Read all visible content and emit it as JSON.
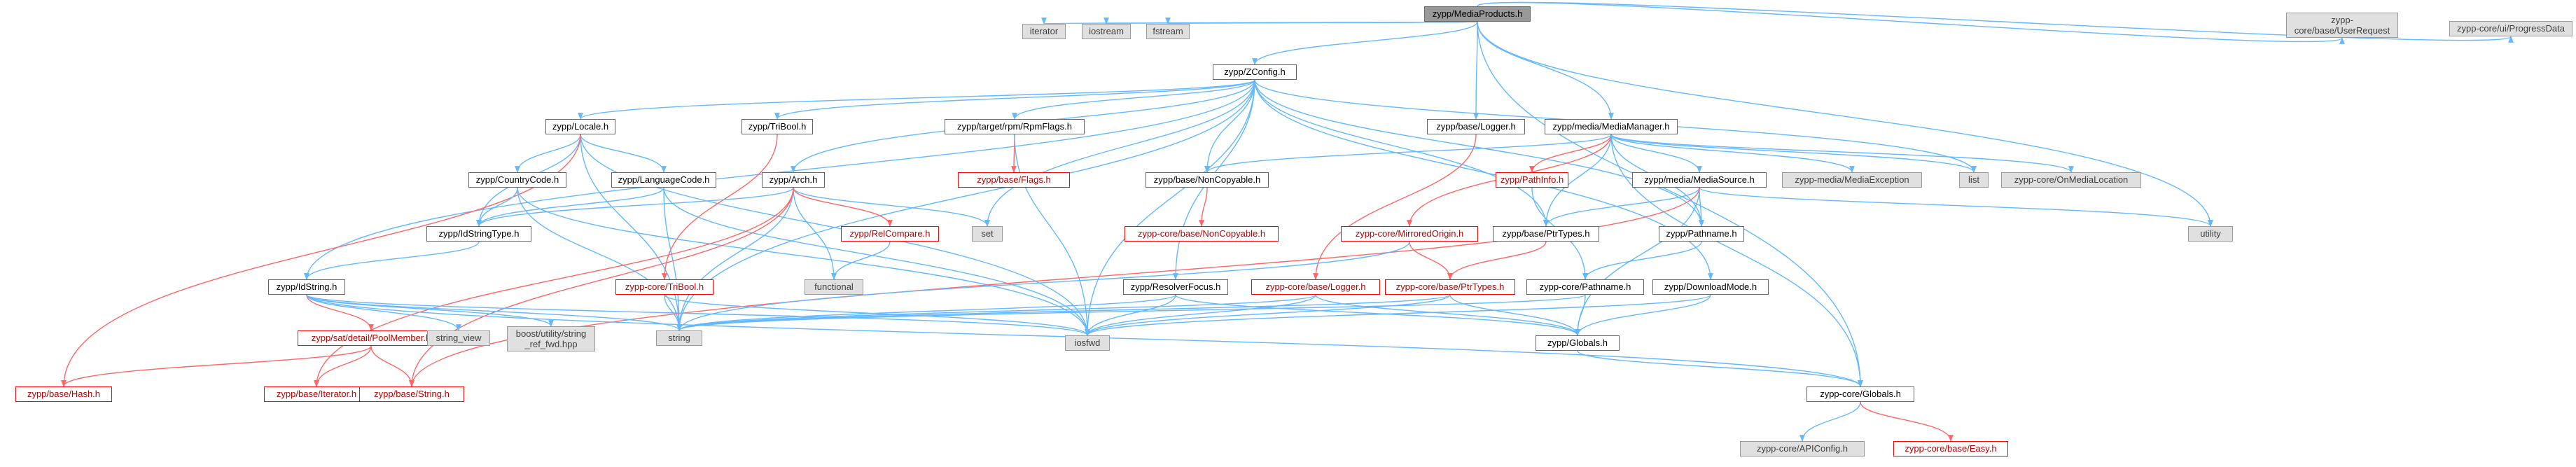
{
  "colors": {
    "edge": "#63b8ff",
    "edge_broken": "#ff6666",
    "node_border": "#666666",
    "node_external": "#e0e0e0",
    "node_root": "#999999",
    "node_broken_border": "#ff0000"
  },
  "nodes": [
    {
      "id": "media_products",
      "label": "zypp/MediaProducts.h",
      "kind": "root"
    },
    {
      "id": "iterator",
      "label": "iterator",
      "kind": "ext"
    },
    {
      "id": "iostream",
      "label": "iostream",
      "kind": "ext"
    },
    {
      "id": "fstream",
      "label": "fstream",
      "kind": "ext"
    },
    {
      "id": "zconfig",
      "label": "zypp/ZConfig.h",
      "kind": "normal"
    },
    {
      "id": "user_request",
      "label": "zypp-core/base/UserRequest\nException",
      "kind": "ext"
    },
    {
      "id": "progress_data",
      "label": "zypp-core/ui/ProgressData",
      "kind": "ext"
    },
    {
      "id": "locale",
      "label": "zypp/Locale.h",
      "kind": "normal"
    },
    {
      "id": "tribool",
      "label": "zypp/TriBool.h",
      "kind": "normal"
    },
    {
      "id": "rpmflags",
      "label": "zypp/target/rpm/RpmFlags.h",
      "kind": "normal"
    },
    {
      "id": "logger",
      "label": "zypp/base/Logger.h",
      "kind": "normal"
    },
    {
      "id": "media_manager",
      "label": "zypp/media/MediaManager.h",
      "kind": "normal"
    },
    {
      "id": "country",
      "label": "zypp/CountryCode.h",
      "kind": "normal"
    },
    {
      "id": "language",
      "label": "zypp/LanguageCode.h",
      "kind": "normal"
    },
    {
      "id": "arch",
      "label": "zypp/Arch.h",
      "kind": "normal"
    },
    {
      "id": "base_flags",
      "label": "zypp/base/Flags.h",
      "kind": "red"
    },
    {
      "id": "noncopyable",
      "label": "zypp/base/NonCopyable.h",
      "kind": "normal"
    },
    {
      "id": "pathinfo",
      "label": "zypp/PathInfo.h",
      "kind": "red"
    },
    {
      "id": "media_source",
      "label": "zypp/media/MediaSource.h",
      "kind": "normal"
    },
    {
      "id": "media_exception",
      "label": "zypp-media/MediaException",
      "kind": "ext"
    },
    {
      "id": "list",
      "label": "list",
      "kind": "ext"
    },
    {
      "id": "on_media_location",
      "label": "zypp-core/OnMediaLocation",
      "kind": "ext"
    },
    {
      "id": "idstringtype",
      "label": "zypp/IdStringType.h",
      "kind": "normal"
    },
    {
      "id": "relcompare",
      "label": "zypp/RelCompare.h",
      "kind": "red"
    },
    {
      "id": "set",
      "label": "set",
      "kind": "ext"
    },
    {
      "id": "core_noncopyable",
      "label": "zypp-core/base/NonCopyable.h",
      "kind": "red"
    },
    {
      "id": "mirrored_origin",
      "label": "zypp-core/MirroredOrigin.h",
      "kind": "red"
    },
    {
      "id": "base_ptrtypes",
      "label": "zypp/base/PtrTypes.h",
      "kind": "normal"
    },
    {
      "id": "pathname",
      "label": "zypp/Pathname.h",
      "kind": "normal"
    },
    {
      "id": "utility",
      "label": "utility",
      "kind": "ext"
    },
    {
      "id": "idstring",
      "label": "zypp/IdString.h",
      "kind": "normal"
    },
    {
      "id": "functional",
      "label": "functional",
      "kind": "ext"
    },
    {
      "id": "core_tribool",
      "label": "zypp-core/TriBool.h",
      "kind": "red"
    },
    {
      "id": "resolver_focus",
      "label": "zypp/ResolverFocus.h",
      "kind": "normal"
    },
    {
      "id": "core_logger",
      "label": "zypp-core/base/Logger.h",
      "kind": "red"
    },
    {
      "id": "core_ptrtypes",
      "label": "zypp-core/base/PtrTypes.h",
      "kind": "red"
    },
    {
      "id": "core_pathname",
      "label": "zypp-core/Pathname.h",
      "kind": "normal"
    },
    {
      "id": "download_mode",
      "label": "zypp/DownloadMode.h",
      "kind": "normal"
    },
    {
      "id": "poolmember",
      "label": "zypp/sat/detail/PoolMember.h",
      "kind": "red"
    },
    {
      "id": "string_view",
      "label": "string_view",
      "kind": "ext"
    },
    {
      "id": "boost_string",
      "label": "boost/utility/string\n_ref_fwd.hpp",
      "kind": "ext"
    },
    {
      "id": "string",
      "label": "string",
      "kind": "ext"
    },
    {
      "id": "iosfwd",
      "label": "iosfwd",
      "kind": "ext"
    },
    {
      "id": "globals",
      "label": "zypp/Globals.h",
      "kind": "normal"
    },
    {
      "id": "base_hash",
      "label": "zypp/base/Hash.h",
      "kind": "red"
    },
    {
      "id": "base_iterator",
      "label": "zypp/base/Iterator.h",
      "kind": "red"
    },
    {
      "id": "base_string",
      "label": "zypp/base/String.h",
      "kind": "red"
    },
    {
      "id": "core_globals",
      "label": "zypp-core/Globals.h",
      "kind": "normal"
    },
    {
      "id": "api_config",
      "label": "zypp-core/APIConfig.h",
      "kind": "ext"
    },
    {
      "id": "base_easy",
      "label": "zypp-core/base/Easy.h",
      "kind": "red"
    }
  ],
  "edges": [
    [
      "media_products",
      "iterator"
    ],
    [
      "media_products",
      "iostream"
    ],
    [
      "media_products",
      "fstream"
    ],
    [
      "media_products",
      "zconfig"
    ],
    [
      "media_products",
      "user_request"
    ],
    [
      "media_products",
      "progress_data"
    ],
    [
      "media_products",
      "logger"
    ],
    [
      "media_products",
      "media_manager"
    ],
    [
      "media_products",
      "utility"
    ],
    [
      "media_products",
      "core_globals"
    ],
    [
      "zconfig",
      "locale"
    ],
    [
      "zconfig",
      "tribool"
    ],
    [
      "zconfig",
      "rpmflags"
    ],
    [
      "zconfig",
      "arch"
    ],
    [
      "zconfig",
      "noncopyable"
    ],
    [
      "zconfig",
      "idstring"
    ],
    [
      "zconfig",
      "set"
    ],
    [
      "zconfig",
      "iosfwd"
    ],
    [
      "zconfig",
      "resolver_focus"
    ],
    [
      "zconfig",
      "base_ptrtypes"
    ],
    [
      "zconfig",
      "pathname"
    ],
    [
      "zconfig",
      "download_mode"
    ],
    [
      "zconfig",
      "string"
    ],
    [
      "zconfig",
      "list"
    ],
    [
      "locale",
      "country"
    ],
    [
      "locale",
      "language"
    ],
    [
      "locale",
      "idstringtype"
    ],
    [
      "locale",
      "string"
    ],
    [
      "locale",
      "iosfwd"
    ],
    [
      "locale",
      "base_hash"
    ],
    [
      "tribool",
      "core_tribool"
    ],
    [
      "rpmflags",
      "base_flags"
    ],
    [
      "rpmflags",
      "iosfwd"
    ],
    [
      "logger",
      "core_logger"
    ],
    [
      "media_manager",
      "noncopyable"
    ],
    [
      "media_manager",
      "pathinfo"
    ],
    [
      "media_manager",
      "media_source"
    ],
    [
      "media_manager",
      "media_exception"
    ],
    [
      "media_manager",
      "list"
    ],
    [
      "media_manager",
      "on_media_location"
    ],
    [
      "media_manager",
      "mirrored_origin"
    ],
    [
      "media_manager",
      "base_ptrtypes"
    ],
    [
      "media_manager",
      "pathname"
    ],
    [
      "media_manager",
      "core_globals"
    ],
    [
      "country",
      "idstringtype"
    ],
    [
      "country",
      "string"
    ],
    [
      "country",
      "iosfwd"
    ],
    [
      "language",
      "idstringtype"
    ],
    [
      "language",
      "string"
    ],
    [
      "language",
      "iosfwd"
    ],
    [
      "arch",
      "idstringtype"
    ],
    [
      "arch",
      "relcompare"
    ],
    [
      "arch",
      "set"
    ],
    [
      "arch",
      "functional"
    ],
    [
      "arch",
      "string"
    ],
    [
      "arch",
      "base_iterator"
    ],
    [
      "arch",
      "base_string"
    ],
    [
      "noncopyable",
      "core_noncopyable"
    ],
    [
      "pathinfo",
      "core_pathname"
    ],
    [
      "media_source",
      "base_ptrtypes"
    ],
    [
      "media_source",
      "pathname"
    ],
    [
      "media_source",
      "utility"
    ],
    [
      "media_source",
      "globals"
    ],
    [
      "media_source",
      "base_string"
    ],
    [
      "idstringtype",
      "idstring"
    ],
    [
      "relcompare",
      "functional"
    ],
    [
      "mirrored_origin",
      "core_ptrtypes"
    ],
    [
      "mirrored_origin",
      "string"
    ],
    [
      "base_ptrtypes",
      "core_ptrtypes"
    ],
    [
      "pathname",
      "core_pathname"
    ],
    [
      "idstring",
      "poolmember"
    ],
    [
      "idstring",
      "string_view"
    ],
    [
      "idstring",
      "boost_string"
    ],
    [
      "idstring",
      "string"
    ],
    [
      "idstring",
      "iosfwd"
    ],
    [
      "idstring",
      "core_globals"
    ],
    [
      "core_tribool",
      "string"
    ],
    [
      "core_tribool",
      "iosfwd"
    ],
    [
      "resolver_focus",
      "string"
    ],
    [
      "resolver_focus",
      "iosfwd"
    ],
    [
      "resolver_focus",
      "globals"
    ],
    [
      "core_logger",
      "iosfwd"
    ],
    [
      "core_logger",
      "string"
    ],
    [
      "core_logger",
      "globals"
    ],
    [
      "core_ptrtypes",
      "iosfwd"
    ],
    [
      "core_ptrtypes",
      "string"
    ],
    [
      "core_ptrtypes",
      "globals"
    ],
    [
      "core_pathname",
      "string"
    ],
    [
      "core_pathname",
      "globals"
    ],
    [
      "download_mode",
      "iosfwd"
    ],
    [
      "download_mode",
      "globals"
    ],
    [
      "poolmember",
      "base_hash"
    ],
    [
      "poolmember",
      "base_iterator"
    ],
    [
      "poolmember",
      "base_string"
    ],
    [
      "globals",
      "core_globals"
    ],
    [
      "core_globals",
      "api_config"
    ],
    [
      "core_globals",
      "base_easy"
    ]
  ]
}
